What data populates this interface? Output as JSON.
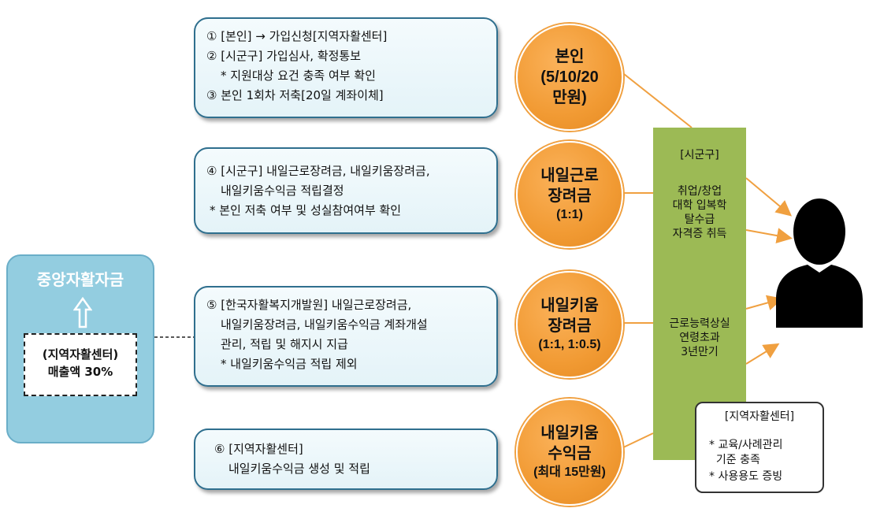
{
  "steps": [
    {
      "lines": [
        "① [본인] → 가입신청[지역자활센터]",
        "② [시군구] 가입심사, 확정통보",
        "   * 지원대상 요건 충족 여부 확인",
        "③ 본인 1회차 저축[20일 계좌이체]"
      ]
    },
    {
      "lines": [
        "④ [시군구] 내일근로장려금, 내일키움장려금,",
        "   내일키움수익금 적립결정",
        " * 본인 저축 여부 및 성실참여여부 확인"
      ]
    },
    {
      "lines": [
        "⑤ [한국자활복지개발원] 내일근로장려금,",
        "   내일키움장려금, 내일키움수익금 계좌개설",
        "   관리, 적립 및 해지시 지급",
        "   * 내일키움수익금 적립 제외"
      ]
    },
    {
      "lines": [
        "⑥ [지역자활센터]",
        "   내일키움수익금 생성 및 적립"
      ]
    }
  ],
  "circles": [
    {
      "title": "본인",
      "sub": [
        "(5/10/20",
        "만원)"
      ]
    },
    {
      "title": "내일근로",
      "sub": [
        "장려금",
        "(1:1)"
      ]
    },
    {
      "title": "내일키움",
      "sub": [
        "장려금",
        "(1:1, 1:0.5)"
      ]
    },
    {
      "title": "내일키움",
      "sub": [
        "수익금",
        "(최대 15만원)"
      ]
    }
  ],
  "green_bar": {
    "header": "[시군구]",
    "conditions_a": [
      "취업/창업",
      "대학 입복학",
      "탈수급",
      "자격증 취득"
    ],
    "conditions_b": [
      "근로능력상실",
      "연령초과",
      "3년만기"
    ]
  },
  "central_fund": {
    "title": "중앙자활자금",
    "arrow_icon": "up-arrow-icon",
    "source_lines": [
      "(지역자활센터)",
      "매출액 30%"
    ]
  },
  "center_note": {
    "header": "[지역자활센터]",
    "lines": [
      "* 교육/사례관리",
      "  기준 충족",
      "* 사용용도 증빙"
    ]
  },
  "colors": {
    "step_border": "#2f6f8e",
    "circle_fill": "#f19a33",
    "green_bar": "#9cba55",
    "fund_box": "#93cde0",
    "arrow": "#f0a040"
  }
}
